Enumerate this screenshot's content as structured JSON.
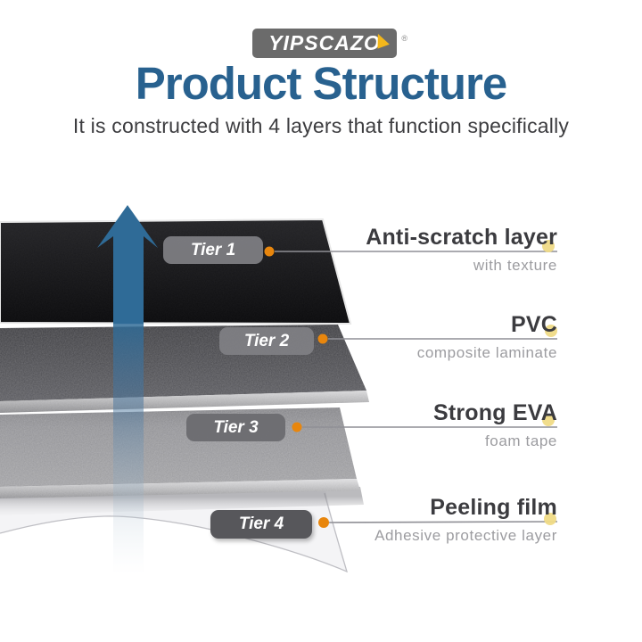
{
  "brand": {
    "name": "YIPSCAZO",
    "registered": "®"
  },
  "header": {
    "title": "Product Structure",
    "subtitle": "It is constructed with 4 layers that function specifically"
  },
  "diagram": {
    "tiers": [
      {
        "badge": "Tier 1",
        "label": "Anti-scratch layer",
        "sublabel": "with texture"
      },
      {
        "badge": "Tier 2",
        "label": "PVC",
        "sublabel": "composite laminate"
      },
      {
        "badge": "Tier 3",
        "label": "Strong EVA",
        "sublabel": "foam tape"
      },
      {
        "badge": "Tier 4",
        "label": "Peeling film",
        "sublabel": "Adhesive protective layer"
      }
    ]
  },
  "colors": {
    "title_blue": "#28618f",
    "arrow_blue": "#2f6b97",
    "accent_orange": "#e8860d",
    "accent_yellow": "#f0db86",
    "logo_gray": "#6b6b6b",
    "layer1_black": "#121214",
    "layer2_dark_gray": "#49494d",
    "layer3_light_gray": "#96969a",
    "layer4_film": "#f3f3f5"
  }
}
